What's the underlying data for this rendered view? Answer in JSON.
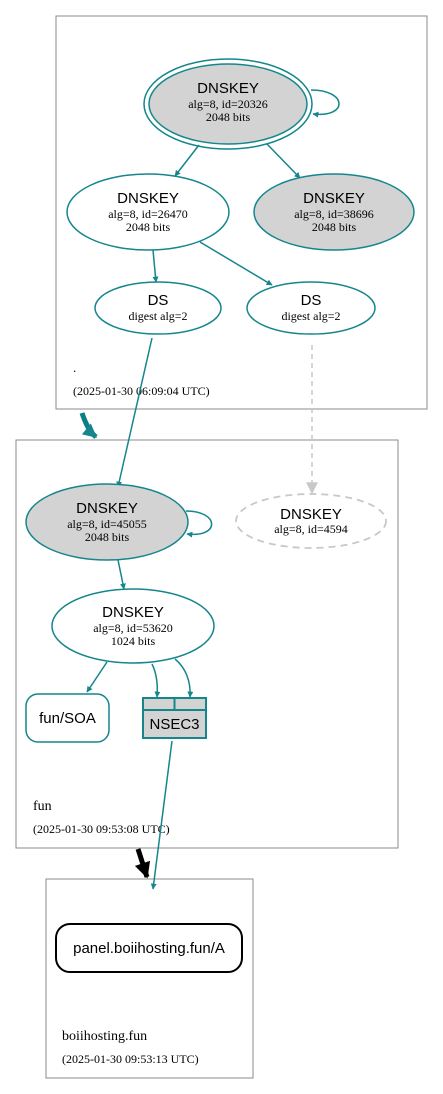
{
  "zones": {
    "root": {
      "name": ".",
      "timestamp": "(2025-01-30 06:09:04 UTC)"
    },
    "fun": {
      "name": "fun",
      "timestamp": "(2025-01-30 09:53:08 UTC)"
    },
    "boii": {
      "name": "boiihosting.fun",
      "timestamp": "(2025-01-30 09:53:13 UTC)"
    }
  },
  "nodes": {
    "root_ksk": {
      "title": "DNSKEY",
      "line1": "alg=8, id=20326",
      "line2": "2048 bits"
    },
    "root_zsk": {
      "title": "DNSKEY",
      "line1": "alg=8, id=26470",
      "line2": "2048 bits"
    },
    "root_key3": {
      "title": "DNSKEY",
      "line1": "alg=8, id=38696",
      "line2": "2048 bits"
    },
    "root_ds1": {
      "title": "DS",
      "line1": "digest alg=2"
    },
    "root_ds2": {
      "title": "DS",
      "line1": "digest alg=2"
    },
    "fun_ksk": {
      "title": "DNSKEY",
      "line1": "alg=8, id=45055",
      "line2": "2048 bits"
    },
    "fun_missing": {
      "title": "DNSKEY",
      "line1": "alg=8, id=4594"
    },
    "fun_zsk": {
      "title": "DNSKEY",
      "line1": "alg=8, id=53620",
      "line2": "1024 bits"
    },
    "fun_soa": {
      "title": "fun/SOA"
    },
    "fun_nsec3": {
      "title": "NSEC3"
    },
    "boii_a": {
      "title": "panel.boiihosting.fun/A"
    }
  },
  "colors": {
    "edge": "#14868c",
    "zone_border": "#8b8b8b",
    "filled_node": "#d3d3d3",
    "dashed": "#c8c8c8",
    "delegation_secure": "#0a7f86",
    "delegation_insecure": "#000000"
  }
}
